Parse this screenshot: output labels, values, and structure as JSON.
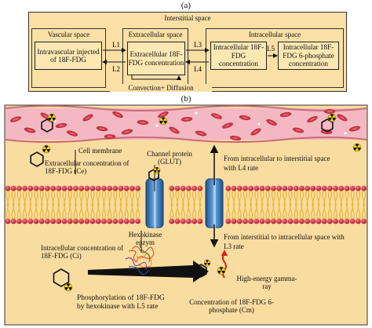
{
  "panel_a": {
    "label": "(a)",
    "interstitial_title": "Interstitial space",
    "vascular_title": "Vascular space",
    "extracellular_title": "Extracellular space",
    "intracellular_title": "Intracellular space",
    "box_vascular": "Intravascular injected of 18F-FDG",
    "box_extracellular": "Extracellular 18F-FDG concentration",
    "box_intracellular": "Intracellular 18F-FDG concentration",
    "box_phosphate": "Intracellular 18F-FDG 6-phosphate concentration",
    "rates": {
      "l1": "L1",
      "l2": "L2",
      "l3": "L3",
      "l4": "L4",
      "l5": "L5"
    },
    "footer": "Convection+ Diffusion"
  },
  "panel_b": {
    "label": "(b)",
    "cell_membrane": "Cell membrane",
    "extracellular_conc": "Extracellular concentration of 18F-FDG (Ce)",
    "channel_protein": "Channel protein (GLUT)",
    "intra_to_inter": "From intracellular to interstitial space with L4 rate",
    "inter_to_intra": "From interstitial to intracellular space with L3 rate",
    "hexokinase": "Hexokinase enzym",
    "intracellular_conc": "Intracellular concentration of 18F-FDG (Ci)",
    "phosphorylation": "Phosphorylation of 18F-FDG by hexokinase with L5 rate",
    "gamma": "High-energy gamma-ray",
    "conc_phosphate": "Concentration of 18F-FDG 6-phosphate (Cm)"
  },
  "colors": {
    "panel_bg": "#f9dca0",
    "vessel": "#f0b3bd",
    "rbc": "#d43a4a",
    "membrane_head": "#c8223a",
    "tail": "#f2c230",
    "channel": "#3a7fc4"
  }
}
